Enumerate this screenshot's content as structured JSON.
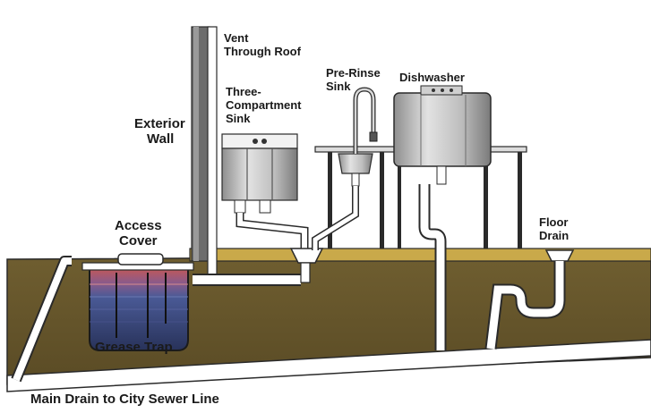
{
  "labels": {
    "vent": [
      "Vent",
      "Through Roof"
    ],
    "exterior_wall": [
      "Exterior",
      "Wall"
    ],
    "pre_rinse_sink": [
      "Pre-Rinse",
      "Sink"
    ],
    "dishwasher": "Dishwasher",
    "three_compartment_sink": [
      "Three-",
      "Compartment",
      "Sink"
    ],
    "access_cover": [
      "Access",
      "Cover"
    ],
    "floor_drain": [
      "Floor",
      "Drain"
    ],
    "grease_trap": "Grease Trap",
    "main_drain": "Main Drain to City Sewer Line"
  },
  "colors": {
    "soil": "#6b5a2e",
    "soil_dark": "#4f4220",
    "floor": "#c9a94a",
    "pipe": "#ffffff",
    "pipe_outline": "#2a2a2a",
    "steel": "#b9b9b9",
    "steel_dark": "#7d7d7d",
    "trap_red": "#b54a4a",
    "trap_blue": "#3d4f86",
    "trap_dark": "#232c4a",
    "label": "#1a1a1a"
  }
}
